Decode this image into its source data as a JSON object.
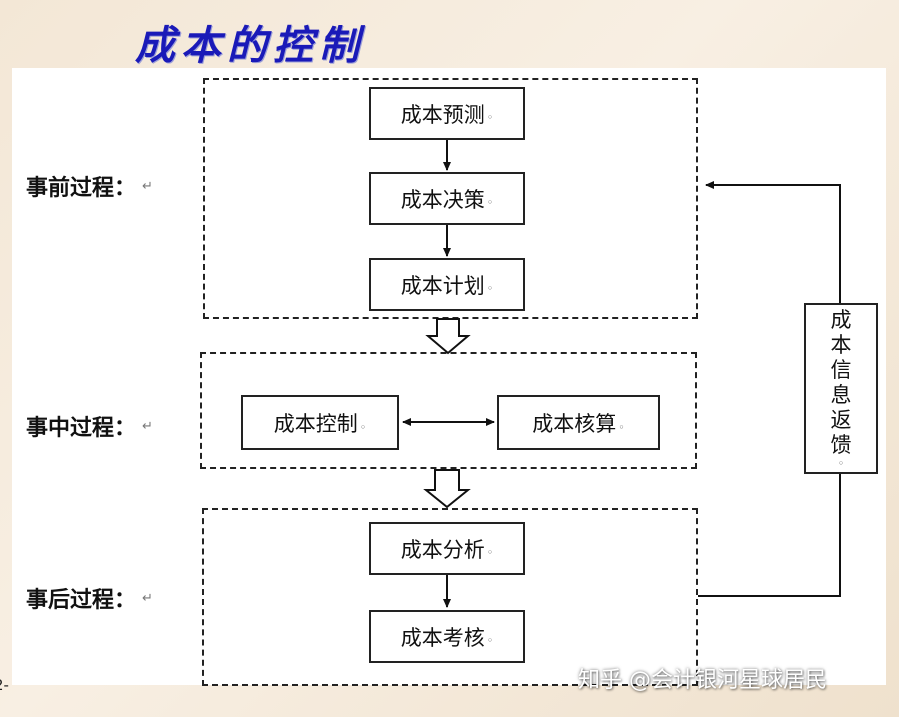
{
  "title": "成本的控制",
  "stages": {
    "pre": "事前过程：",
    "mid": "事中过程：",
    "post": "事后过程："
  },
  "paragraph_mark": "↵",
  "end_mark": "◦",
  "nodes": {
    "forecast": "成本预测",
    "decision": "成本决策",
    "plan": "成本计划",
    "control": "成本控制",
    "accounting": "成本核算",
    "analysis": "成本分析",
    "assessment": "成本考核"
  },
  "feedback": [
    "成",
    "本",
    "信",
    "息",
    "返",
    "馈"
  ],
  "watermark": "知乎 @会计银河星球居民",
  "page_number": "2-"
}
